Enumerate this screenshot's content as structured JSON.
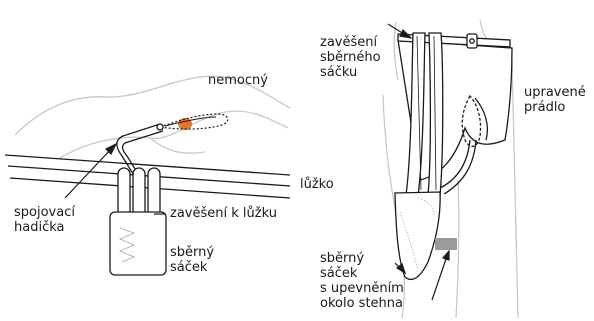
{
  "labels": {
    "patient": "nemocný",
    "connecting_tube": "spojovací\nhadička",
    "bed": "lůžko",
    "bed_hanger": "zavěšení k lůžku",
    "bag_left": "sběrný\nsáček",
    "bag_hanger_right": "zavěšení\nsběrného\nsáčku",
    "modified_underwear": "upravené\nprádlo",
    "bag_with_thigh_fixation": "sběrný\nsáček\ns upevněním\nokolo stehna"
  },
  "colors": {
    "line": "#1a1a1a",
    "skin_outline": "#c8c8c8",
    "catheter_site": "#e8742a",
    "thigh_strap": "#9a9a9a"
  }
}
